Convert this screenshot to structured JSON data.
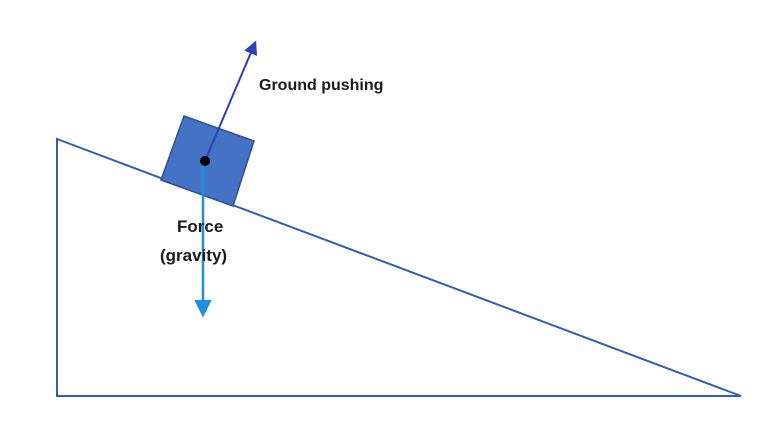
{
  "labels": {
    "normal_force": "Ground pushing",
    "gravity_line1": "Force",
    "gravity_line2": "(gravity)"
  },
  "colors": {
    "incline_stroke": "#2f5fb3",
    "block_fill": "#4472c4",
    "block_stroke": "#2f528f",
    "normal_arrow": "#2f3fb5",
    "gravity_arrow": "#1e90e0",
    "center_dot": "#000000"
  }
}
